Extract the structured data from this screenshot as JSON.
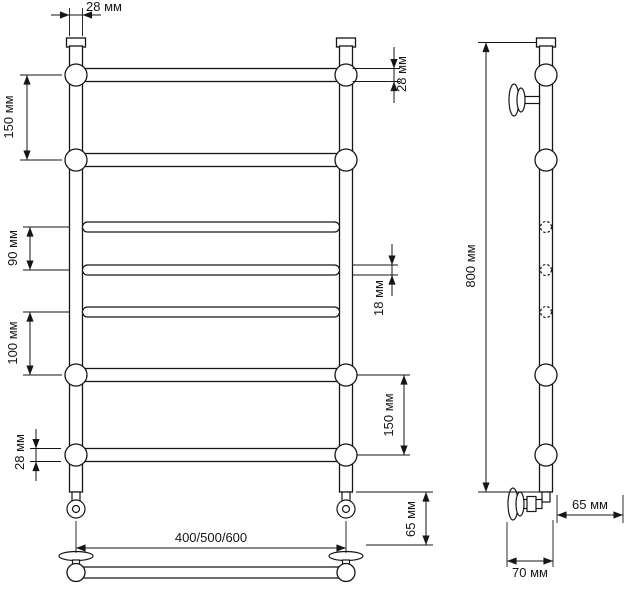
{
  "dimensions": {
    "pipe_od_top": "28 мм",
    "top_span_left": "150 мм",
    "mid_span_left": "90 мм",
    "lower_span_left": "100 мм",
    "rung_od_bottom_left": "28 мм",
    "rung_od_top_right": "28 мм",
    "thin_rung_od": "18 мм",
    "bottom_span_right": "150 мм",
    "foot_height_front": "65 мм",
    "width_variants": "400/500/600",
    "overall_height": "800 мм",
    "wall_offset_side": "65 мм",
    "bracket_depth_side": "70 мм"
  }
}
